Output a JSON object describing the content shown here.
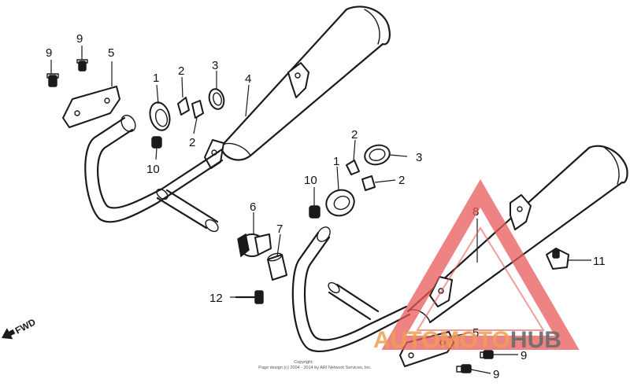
{
  "callouts": {
    "top_left_bolt": "9",
    "top_left_bolt_2": "9",
    "top_heat_guard": "5",
    "top_gasket_1": "1",
    "top_collar_2a": "2",
    "top_collar_2b": "2",
    "top_joint_3": "3",
    "top_muffler_4": "4",
    "top_nut_10": "10",
    "mid_collar_2a": "2",
    "mid_joint_3": "3",
    "mid_gasket_1": "1",
    "mid_collar_2b": "2",
    "mid_nut_10": "10",
    "band_6": "6",
    "gasket_7": "7",
    "muffler_8": "8",
    "bolt_12": "12",
    "bracket_11": "11",
    "bottom_heat_guard": "5",
    "bottom_bolt_a": "9",
    "bottom_bolt_b": "9"
  },
  "fwd_label": "FWD",
  "copyright_line1": "Copyright",
  "copyright_line2": "Page design (c) 2004 - 2014 by ARI Network Services, Inc.",
  "watermark": {
    "part1": "AUTOMOTO",
    "part2": "HUB",
    "color_red": "#e85a5a",
    "color_orange": "#f0a050",
    "color_gray": "#6b6b6b"
  }
}
